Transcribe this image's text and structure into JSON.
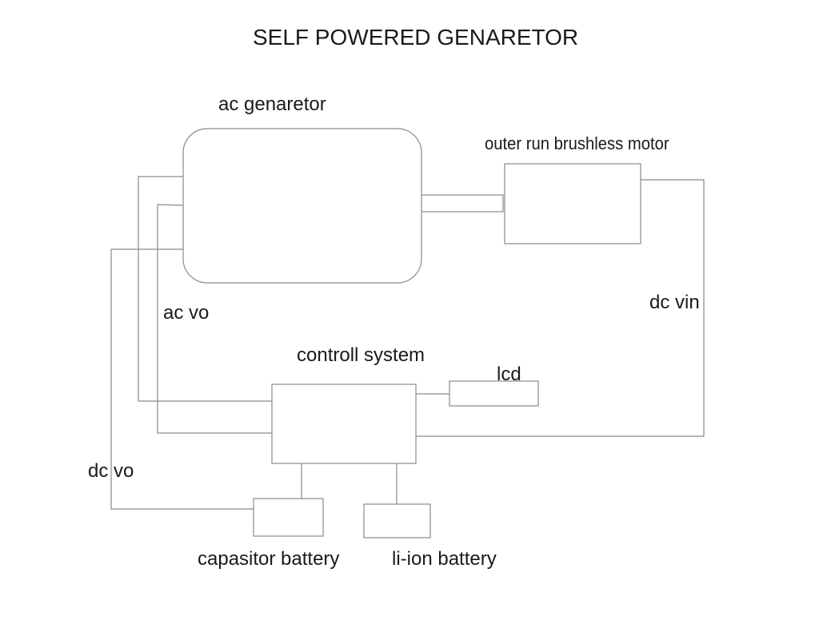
{
  "diagram": {
    "title": "SELF POWERED GENARETOR",
    "nodes": {
      "ac_generator": {
        "label": "ac genaretor"
      },
      "motor": {
        "label": "outer run brushless motor"
      },
      "control": {
        "label": "controll system"
      },
      "lcd": {
        "label": "lcd"
      },
      "cap_battery": {
        "label": "capasitor battery"
      },
      "liion_battery": {
        "label": "li-ion battery"
      }
    },
    "edges": {
      "ac_vo": {
        "label": "ac vo",
        "from": "ac genaretor",
        "to": "controll system"
      },
      "dc_vo": {
        "label": "dc vo",
        "from": "ac genaretor",
        "to": "capasitor battery"
      },
      "dc_vin": {
        "label": "dc vin",
        "from": "controll system",
        "to": "outer run brushless motor"
      },
      "shaft": {
        "label": "",
        "from": "ac genaretor",
        "to": "outer run brushless motor"
      },
      "lcd_link": {
        "label": "",
        "from": "controll system",
        "to": "lcd"
      },
      "cap_link": {
        "label": "",
        "from": "controll system",
        "to": "capasitor battery"
      },
      "liion_link": {
        "label": "",
        "from": "controll system",
        "to": "li-ion battery"
      }
    }
  }
}
